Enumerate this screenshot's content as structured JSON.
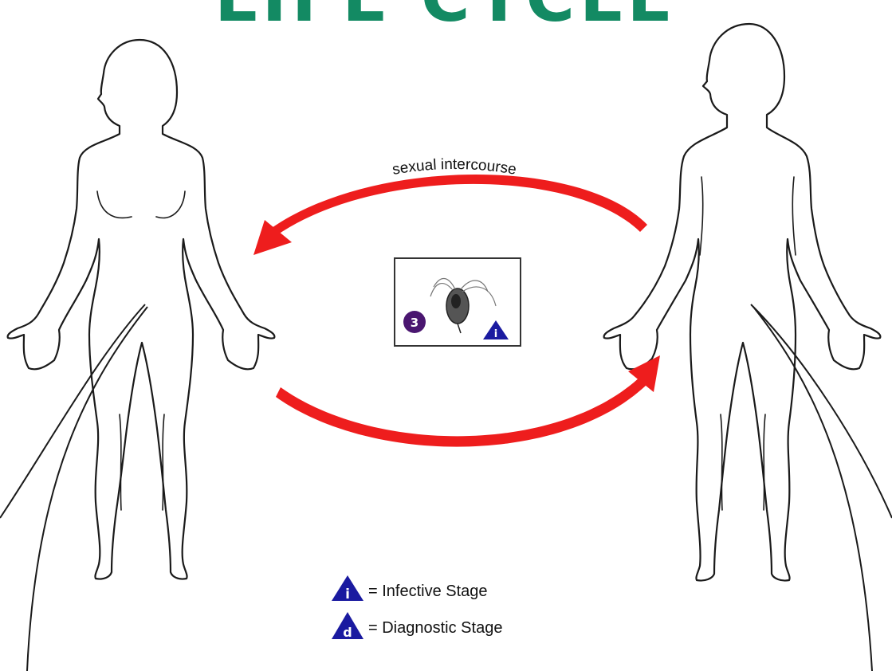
{
  "title": "LIFE CYCLE",
  "arrow_top_label": "sexual intercourse",
  "stage_box": {
    "stage_number": "3",
    "infective_marker_letter": "i"
  },
  "legend": [
    {
      "letter": "i",
      "text": "= Infective Stage"
    },
    {
      "letter": "d",
      "text": "= Diagnostic Stage"
    }
  ],
  "colors": {
    "title": "#138a63",
    "arrows": "#ee1d1d",
    "legend_triangle": "#1a1aa0",
    "stage_circle": "#4a1670"
  }
}
